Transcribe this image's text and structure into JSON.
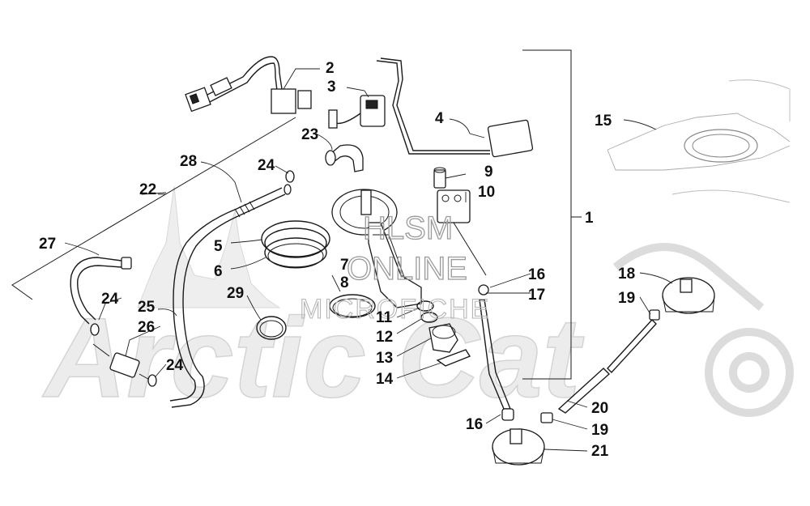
{
  "watermark": {
    "line1": "HLSM",
    "line2": "ONLINE",
    "line3": "MICROFICHE",
    "brand": "Arctic Cat"
  },
  "callouts": {
    "c1": "1",
    "c2": "2",
    "c3": "3",
    "c4": "4",
    "c5": "5",
    "c6": "6",
    "c7": "7",
    "c8": "8",
    "c9": "9",
    "c10": "10",
    "c11": "11",
    "c12": "12",
    "c13": "13",
    "c14": "14",
    "c15": "15",
    "c16a": "16",
    "c16b": "16",
    "c17": "17",
    "c18": "18",
    "c19a": "19",
    "c19b": "19",
    "c20": "20",
    "c21": "21",
    "c22": "22",
    "c23": "23",
    "c24a": "24",
    "c24b": "24",
    "c24c": "24",
    "c25": "25",
    "c26": "26",
    "c27": "27",
    "c28": "28",
    "c29": "29"
  },
  "colors": {
    "line": "#1a1a1a",
    "watermark": "#9a9a9a",
    "background": "#ffffff"
  }
}
